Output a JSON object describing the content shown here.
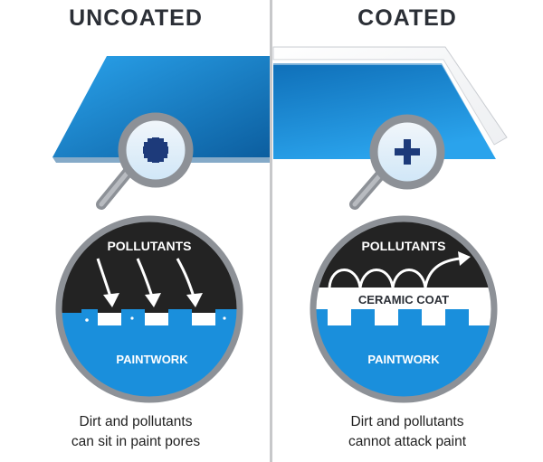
{
  "panels": {
    "uncoated": {
      "title": "UNCOATED",
      "top_label": "POLLUTANTS",
      "bottom_label": "PAINTWORK",
      "caption_line1": "Dirt and pollutants",
      "caption_line2": "can sit in paint pores"
    },
    "coated": {
      "title": "COATED",
      "top_label": "POLLUTANTS",
      "middle_label": "CERAMIC COAT",
      "bottom_label": "PAINTWORK",
      "caption_line1": "Dirt and pollutants",
      "caption_line2": "cannot attack paint"
    }
  },
  "colors": {
    "paint_blue": "#1a8fdc",
    "dark_text": "#2b2f36",
    "magnifier_grey": "#8d9197",
    "plus_navy": "#1d3a7a",
    "pollutant_dark": "#232323",
    "ceramic_white": "#ffffff"
  },
  "icons": [
    "magnifier-icon",
    "plus-icon",
    "arrow-icon"
  ]
}
